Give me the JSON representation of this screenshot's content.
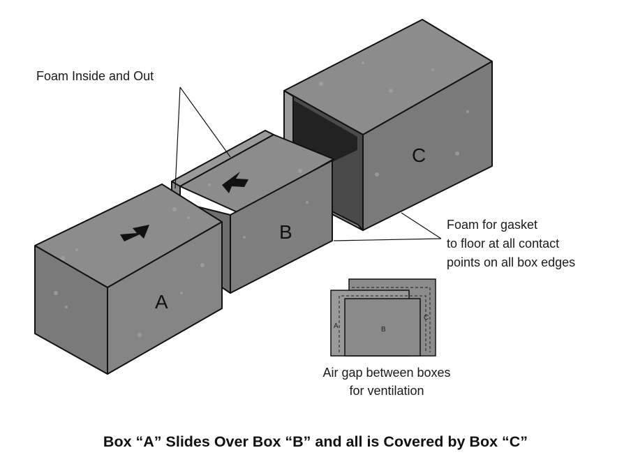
{
  "labels": {
    "foam_inside_out": "Foam Inside and Out",
    "foam_gasket_line1": "Foam for gasket",
    "foam_gasket_line2": "to floor at all contact",
    "foam_gasket_line3": "points on all box edges",
    "air_gap_line1": "Air gap between boxes",
    "air_gap_line2": "for ventilation"
  },
  "boxes": {
    "a": "A",
    "b": "B",
    "c": "C"
  },
  "inset": {
    "a": "A",
    "b": "B",
    "c": "C"
  },
  "caption": "Box “A” Slides Over Box “B” and all is Covered by Box “C”",
  "colors": {
    "box_top": "#8c8c8c",
    "box_front": "#7e7e7e",
    "box_side": "#767676",
    "box_dark": "#3a3a3a",
    "outline": "#111111"
  }
}
